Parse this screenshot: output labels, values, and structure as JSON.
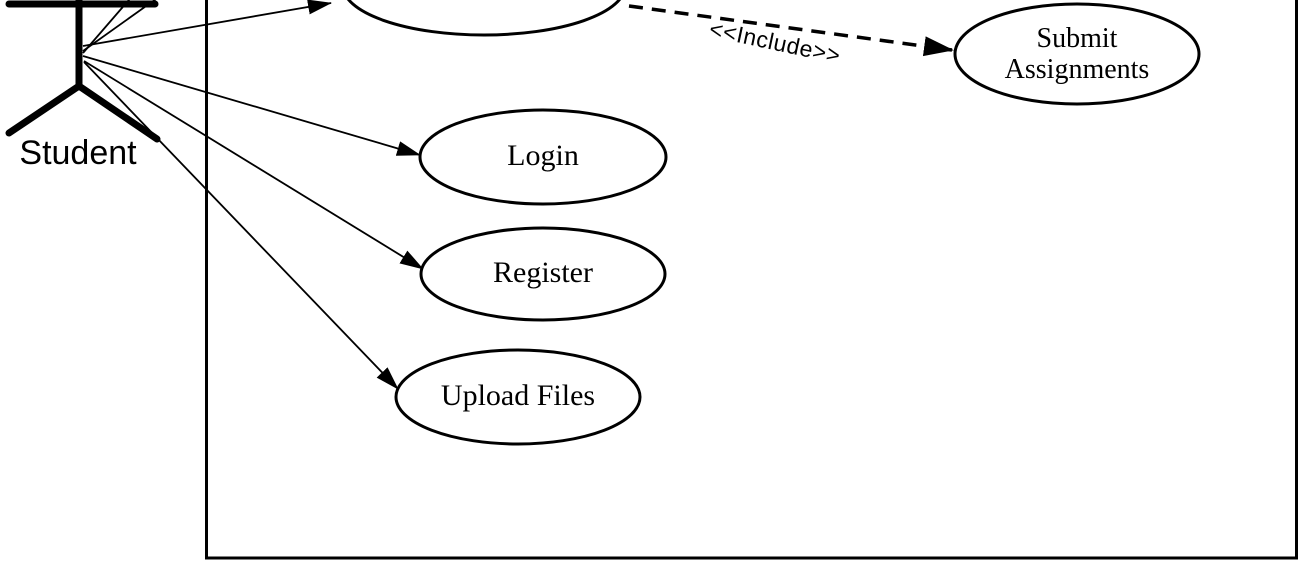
{
  "diagram": {
    "type": "uml-use-case-diagram",
    "actor": {
      "label": "Student"
    },
    "use_cases": [
      {
        "id": "submit-assignments",
        "label": "Submit Assignments"
      },
      {
        "id": "login",
        "label": "Login"
      },
      {
        "id": "register",
        "label": "Register"
      },
      {
        "id": "upload-files",
        "label": "Upload Files"
      },
      {
        "id": "partially-visible-use-case",
        "label": ""
      }
    ],
    "relationships": [
      {
        "from": "partially-visible-use-case",
        "to": "submit-assignments",
        "type": "include",
        "label": "<<Include>>",
        "line_style": "dashed"
      },
      {
        "from": "student",
        "to": "partially-visible-use-case",
        "type": "association"
      },
      {
        "from": "student",
        "to": "login",
        "type": "association"
      },
      {
        "from": "student",
        "to": "register",
        "type": "association"
      },
      {
        "from": "student",
        "to": "upload-files",
        "type": "association"
      }
    ],
    "colors": {
      "stroke": "#000000",
      "background": "#ffffff"
    }
  }
}
